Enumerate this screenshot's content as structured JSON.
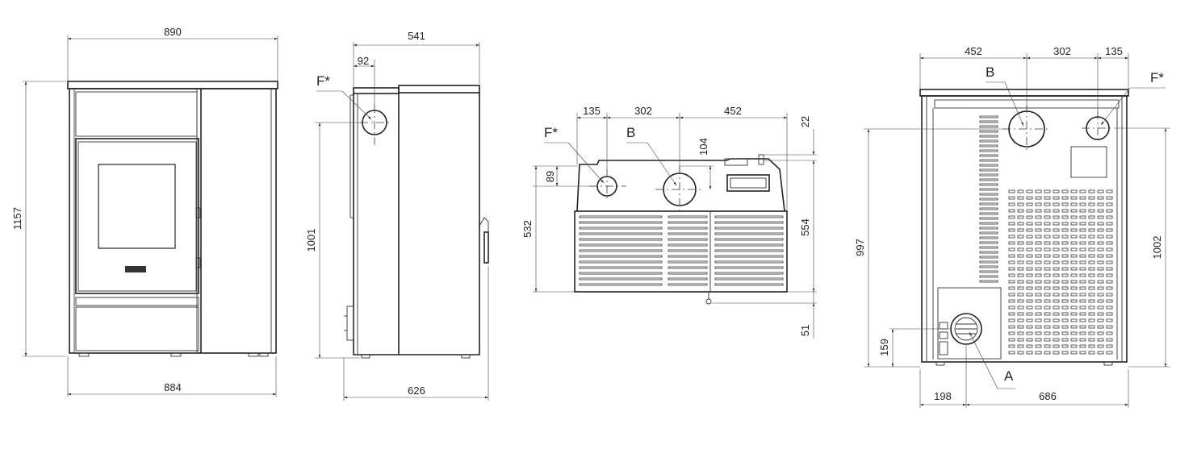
{
  "front_view": {
    "width_top": "890",
    "width_bottom": "884",
    "height": "1157"
  },
  "side_view": {
    "depth_top": "541",
    "flue_offset": "92",
    "depth_bottom": "626",
    "flue_height": "1001",
    "label_f": "F*"
  },
  "top_view": {
    "dim_left": "135",
    "dim_mid": "302",
    "dim_right": "452",
    "dim_22": "22",
    "dim_104": "104",
    "dim_89": "89",
    "dim_532": "532",
    "dim_554": "554",
    "dim_51": "51",
    "label_f": "F*",
    "label_b": "B"
  },
  "rear_view": {
    "dim_452": "452",
    "dim_302": "302",
    "dim_135": "135",
    "dim_997": "997",
    "dim_1002": "1002",
    "dim_159": "159",
    "dim_198": "198",
    "dim_686": "686",
    "label_b": "B",
    "label_f": "F*",
    "label_a": "A"
  }
}
